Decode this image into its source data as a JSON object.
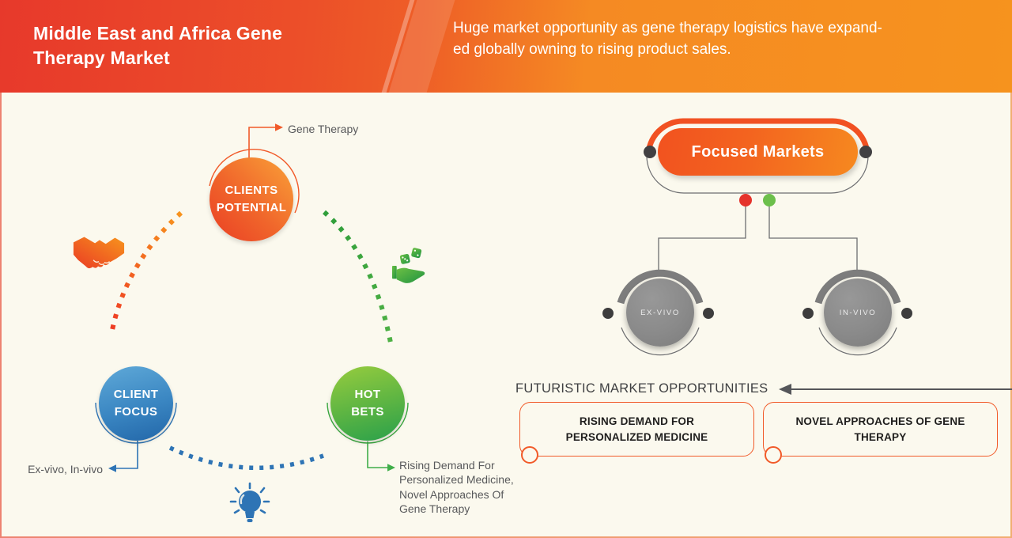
{
  "header": {
    "title": "Middle East and Africa Gene\nTherapy Market",
    "subtitle": "Huge market opportunity as gene therapy logistics have expand-\ned globally owning to rising product sales."
  },
  "cycle": {
    "clients_potential": {
      "label": "CLIENTS\nPOTENTIAL",
      "callout": "Gene Therapy"
    },
    "client_focus": {
      "label": "CLIENT\nFOCUS",
      "callout": "Ex-vivo, In-vivo"
    },
    "hot_bets": {
      "label": "HOT\nBETS",
      "callout": "Rising Demand For Personalized Medicine, Novel Approaches Of Gene Therapy"
    },
    "icons": [
      "handshake-icon",
      "hand-dice-icon",
      "lightbulb-icon"
    ]
  },
  "market_tree": {
    "root_label": "Focused Markets",
    "children": [
      {
        "label": "EX-VIVO"
      },
      {
        "label": "IN-VIVO"
      }
    ]
  },
  "opportunities": {
    "heading": "FUTURISTIC MARKET OPPORTUNITIES",
    "boxes": [
      {
        "label": "RISING DEMAND FOR PERSONALIZED MEDICINE"
      },
      {
        "label": "NOVEL APPROACHES OF GENE THERAPY"
      }
    ]
  },
  "colors": {
    "header_gradient_start": "#e8402c",
    "header_gradient_end": "#f6921e",
    "accent_orange": "#f15a29",
    "accent_blue": "#2e74b5",
    "accent_green": "#39a83f",
    "node_gray": "#8b8b8b",
    "red_dot": "#e5332b",
    "green_dot": "#6cbf4b",
    "background_cream": "#fbf9ee"
  }
}
